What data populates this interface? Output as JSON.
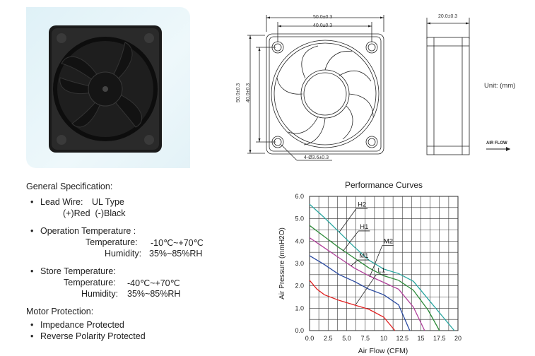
{
  "drawing": {
    "front": {
      "outer_width": "50.0±0.3",
      "hole_spacing_width": "40.0±0.3",
      "outer_height": "50.0±0.3",
      "hole_spacing_height": "40.0±0.3",
      "hole_callout": "4-Ø3.6±0.3"
    },
    "side": {
      "depth": "20.0±0.3"
    },
    "unit_note": "Unit: (mm)",
    "airflow_label": "AIR FLOW"
  },
  "spec": {
    "general_title": "General Specification:",
    "lead_wire_label": "Lead Wire:",
    "lead_wire_value": "UL Type",
    "lead_wire_colors": "(+)Red  (-)Black",
    "operation_label": "Operation Temperature :",
    "operation_temp_label": "Temperature:",
    "operation_temp_value": "-10℃~+70℃",
    "operation_humidity_label": "Humidity:",
    "operation_humidity_value": "35%~85%RH",
    "store_label": "Store Temperature:",
    "store_temp_label": "Temperature:",
    "store_temp_value": "-40℃~+70℃",
    "store_humidity_label": "Humidity:",
    "store_humidity_value": "35%~85%RH",
    "motor_title": "Motor Protection:",
    "motor_items": [
      "Impedance Protected",
      "Reverse Polarity Protected"
    ]
  },
  "chart_data": {
    "type": "line",
    "title": "Performance  Curves",
    "xlabel": "Air Flow (CFM)",
    "ylabel": "Air Pressure (mmH2O)",
    "xlim": [
      0,
      20
    ],
    "ylim": [
      0,
      6
    ],
    "x_ticks": [
      "0.0",
      "2.5",
      "5.0",
      "7.5",
      "10",
      "12.5",
      "15",
      "17.5",
      "20"
    ],
    "y_ticks": [
      "0.0",
      "1.0",
      "2.0",
      "3.0",
      "4.0",
      "5.0",
      "6.0"
    ],
    "grid": true,
    "series": [
      {
        "name": "H2",
        "color": "#2aa6a0",
        "x": [
          0,
          2,
          4,
          6,
          8,
          10,
          12,
          14,
          16,
          18,
          19.5
        ],
        "y": [
          5.65,
          5.05,
          4.4,
          3.75,
          3.15,
          2.75,
          2.55,
          2.2,
          1.4,
          0.6,
          0.0
        ]
      },
      {
        "name": "H1",
        "color": "#2e8b3a",
        "x": [
          0,
          2,
          4,
          6,
          8,
          10,
          12,
          14,
          16,
          17.5
        ],
        "y": [
          4.7,
          4.2,
          3.7,
          3.25,
          2.8,
          2.45,
          2.25,
          1.8,
          0.9,
          0.0
        ]
      },
      {
        "name": "M2",
        "color": "#b0409a",
        "x": [
          0,
          2,
          4,
          6,
          8,
          10,
          12,
          14,
          15.5
        ],
        "y": [
          4.15,
          3.7,
          3.25,
          2.8,
          2.45,
          2.15,
          1.85,
          1.05,
          0.0
        ]
      },
      {
        "name": "M1",
        "color": "#2a4aa0",
        "x": [
          0,
          2,
          4,
          6,
          8,
          10,
          12,
          13.5
        ],
        "y": [
          3.35,
          2.95,
          2.5,
          2.2,
          1.85,
          1.6,
          1.15,
          0.0
        ]
      },
      {
        "name": "L1",
        "color": "#e02020",
        "x": [
          0,
          1,
          2,
          4,
          6,
          8,
          10,
          11.5
        ],
        "y": [
          2.25,
          1.85,
          1.6,
          1.35,
          1.15,
          0.95,
          0.6,
          0.0
        ]
      }
    ],
    "annotations": [
      "H2",
      "H1",
      "M1",
      "M2",
      "L1"
    ]
  }
}
